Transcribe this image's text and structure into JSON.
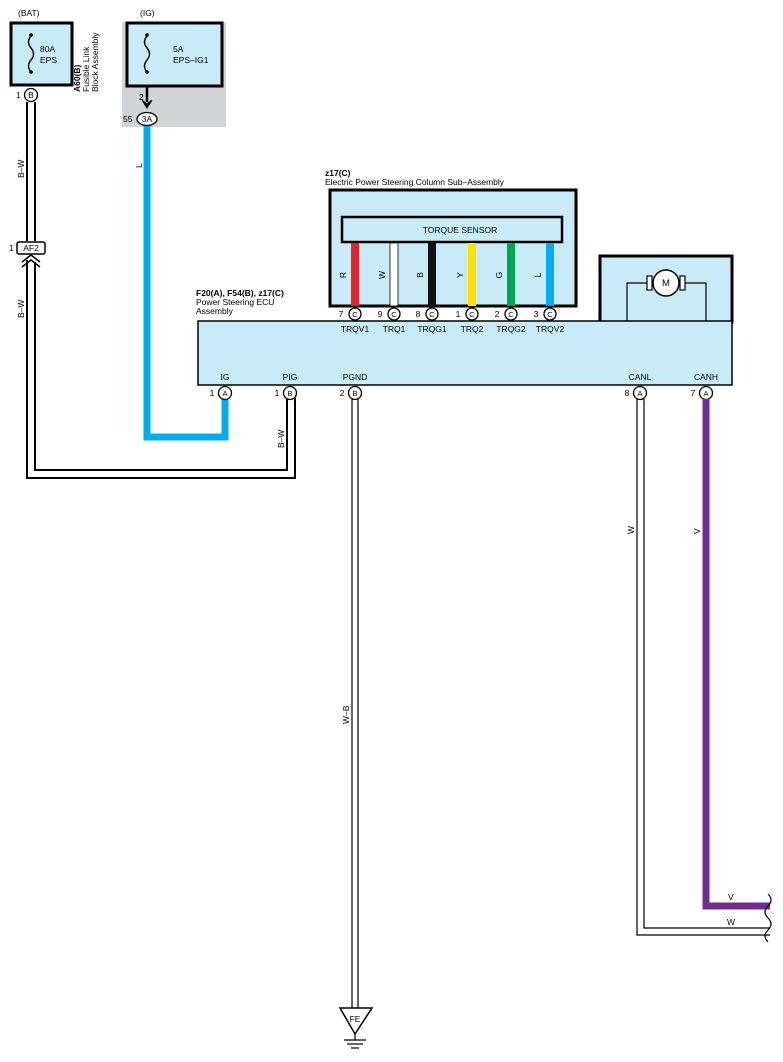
{
  "components": {
    "fuse_80a": {
      "supply": "(BAT)",
      "rating": "80A",
      "name": "EPS",
      "pin_no": "1",
      "pin_conn": "B"
    },
    "fusible_link": {
      "code": "A60(B)",
      "line1": "Fusible Link",
      "line2": "Block Assembly"
    },
    "fuse_5a": {
      "supply": "(IG)",
      "rating": "5A",
      "name": "EPS–IG1",
      "pin_no": "2",
      "junction_no": "55",
      "junction_conn": "3A"
    },
    "connector_af2": {
      "pin_no": "1",
      "label": "AF2"
    },
    "ecu": {
      "code": "F20(A), F54(B), z17(C)",
      "line1": "Power Steering ECU",
      "line2": "Assembly"
    },
    "column": {
      "code": "z17(C)",
      "name": "Electric Power Steering Column Sub–Assembly",
      "sensor": "TORQUE SENSOR"
    },
    "motor_label": "M",
    "ground": "FE"
  },
  "colors": {
    "red": "#e8202a",
    "white": "#ffffff",
    "black": "#111111",
    "yellow": "#ffe000",
    "green": "#00a651",
    "blue": "#00aeef",
    "purple": "#6f2c91",
    "panel": "#c9ebf7",
    "ig_bg": "#d1d3d4"
  },
  "sensor_wires": [
    {
      "color": "R",
      "pin_no": "7",
      "conn": "C",
      "terminal": "TRQV1"
    },
    {
      "color": "W",
      "pin_no": "9",
      "conn": "C",
      "terminal": "TRQ1"
    },
    {
      "color": "B",
      "pin_no": "8",
      "conn": "C",
      "terminal": "TRQG1"
    },
    {
      "color": "Y",
      "pin_no": "1",
      "conn": "C",
      "terminal": "TRQ2"
    },
    {
      "color": "G",
      "pin_no": "2",
      "conn": "C",
      "terminal": "TRQG2"
    },
    {
      "color": "L",
      "pin_no": "3",
      "conn": "C",
      "terminal": "TRQV2"
    }
  ],
  "ecu_terminals": [
    {
      "name": "IG",
      "pin_no": "1",
      "conn": "A"
    },
    {
      "name": "PIG",
      "pin_no": "1",
      "conn": "B"
    },
    {
      "name": "PGND",
      "pin_no": "2",
      "conn": "B"
    },
    {
      "name": "CANL",
      "pin_no": "8",
      "conn": "A"
    },
    {
      "name": "CANH",
      "pin_no": "7",
      "conn": "A"
    }
  ],
  "wire_labels": {
    "bat_upper": "B–W",
    "bat_lower": "B–W",
    "ig_line": "L",
    "pig_line": "B–W",
    "gnd_line": "W–B",
    "canl_line": "W",
    "canh_line": "V",
    "canh_out": "V",
    "canl_out": "W"
  }
}
